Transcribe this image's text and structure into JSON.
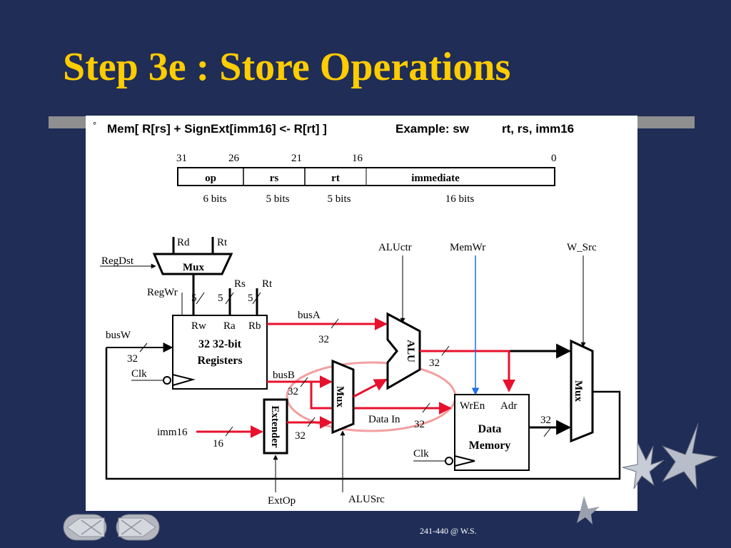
{
  "slide": {
    "title": "Step 3e : Store Operations",
    "footer": "241-440 @ W.S."
  },
  "instruction": {
    "bullet": "°",
    "operation": "Mem[ R[rs] + SignExt[imm16] <- R[rt] ]",
    "example_label": "Example: sw",
    "example_args": "rt, rs, imm16",
    "bit_positions": [
      "31",
      "26",
      "21",
      "16",
      "0"
    ],
    "fields": [
      "op",
      "rs",
      "rt",
      "immediate"
    ],
    "widths": [
      "6 bits",
      "5 bits",
      "5 bits",
      "16 bits"
    ]
  },
  "datapath": {
    "labels": {
      "rd": "Rd",
      "rt": "Rt",
      "regdst": "RegDst",
      "mux": "Mux",
      "rs": "Rs",
      "rt2": "Rt",
      "regwr": "RegWr",
      "five": "5",
      "busw": "busW",
      "n32": "32",
      "clk": "Clk",
      "rw": "Rw",
      "ra": "Ra",
      "rb": "Rb",
      "reg_line1": "32 32-bit",
      "reg_line2": "Registers",
      "busa": "busA",
      "busb": "busB",
      "aluctr": "ALUctr",
      "memwr": "MemWr",
      "wsrc": "W_Src",
      "alu": "ALU",
      "imm16": "imm16",
      "n16": "16",
      "extender": "Extender",
      "datain": "Data In",
      "wren": "WrEn",
      "adr": "Adr",
      "mem_line1": "Data",
      "mem_line2": "Memory",
      "extop": "ExtOp",
      "alusrc": "ALUSrc"
    }
  },
  "nav": {
    "prev_icon": "prev-slide-icon",
    "next_icon": "next-slide-icon"
  },
  "colors": {
    "background": "#1f2d57",
    "title": "#ffcc00",
    "red_path": "#e8112d",
    "blue_path": "#1f6fe8",
    "highlight": "#f2a0a0"
  }
}
